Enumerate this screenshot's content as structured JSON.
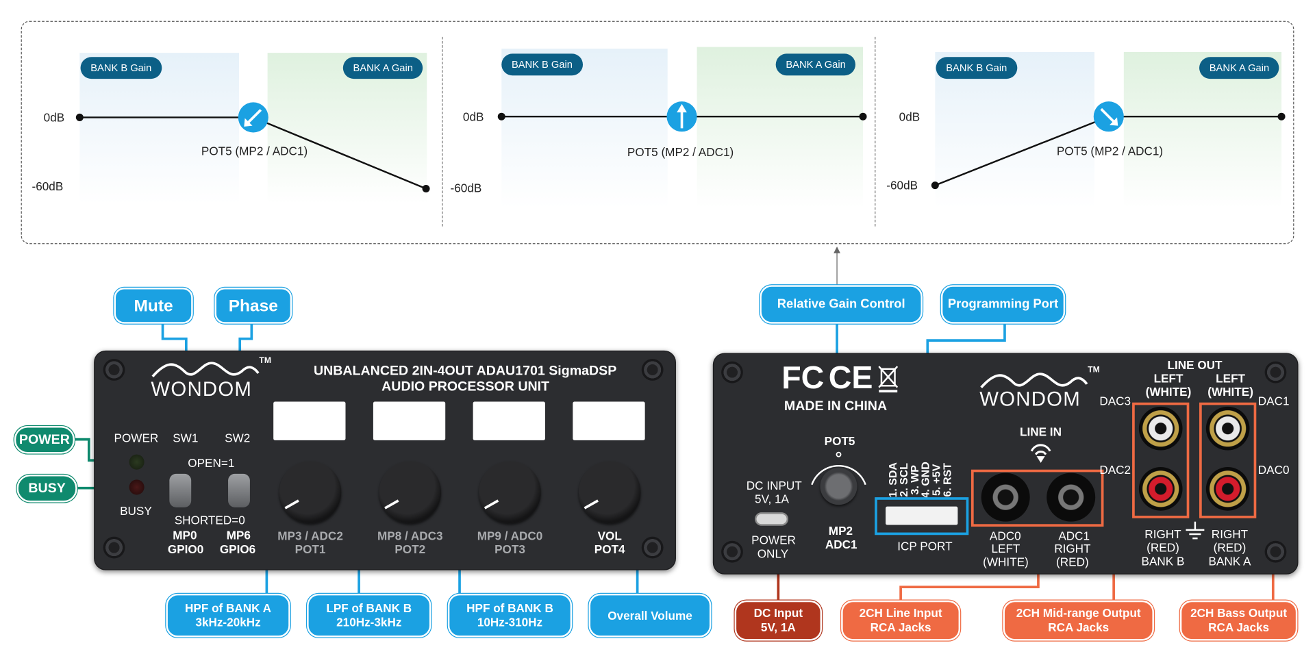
{
  "gain_diagram": {
    "panels": [
      {
        "bank_b": "BANK B Gain",
        "bank_a": "BANK A Gain",
        "zero": "0dB",
        "minus": "-60dB",
        "pot": "POT5 (MP2 / ADC1)"
      },
      {
        "bank_b": "BANK B Gain",
        "bank_a": "BANK A Gain",
        "zero": "0dB",
        "minus": "-60dB",
        "pot": "POT5 (MP2 / ADC1)"
      },
      {
        "bank_b": "BANK B Gain",
        "bank_a": "BANK A Gain",
        "zero": "0dB",
        "minus": "-60dB",
        "pot": "POT5 (MP2 / ADC1)"
      }
    ]
  },
  "callouts": {
    "mute": "Mute",
    "phase": "Phase",
    "power": "POWER",
    "busy": "BUSY",
    "hpf_a": "HPF of  BANK A\n3kHz-20kHz",
    "lpf_b": "LPF of  BANK B\n210Hz-3kHz",
    "hpf_b": "HPF of  BANK B\n10Hz-310Hz",
    "volume": "Overall Volume",
    "relative_gain": "Relative Gain Control",
    "programming_port": "Programming Port",
    "dc_input": "DC Input\n5V, 1A",
    "line_input": "2CH Line Input\nRCA Jacks",
    "midrange": "2CH Mid-range Output\nRCA Jacks",
    "bass": "2CH Bass Output\nRCA Jacks"
  },
  "front_panel": {
    "brand": "WONDOM",
    "tm": "TM",
    "title1": "UNBALANCED 2IN-4OUT ADAU1701 SigmaDSP",
    "title2": "AUDIO PROCESSOR UNIT",
    "power": "POWER",
    "busy": "BUSY",
    "sw1": "SW1",
    "sw2": "SW2",
    "open": "OPEN=1",
    "shorted": "SHORTED=0",
    "mp0": "MP0",
    "gpio0": "GPIO0",
    "mp6": "MP6",
    "gpio6": "GPIO6",
    "knobs": [
      {
        "line1": "MP3 / ADC2",
        "line2": "POT1"
      },
      {
        "line1": "MP8 / ADC3",
        "line2": "POT2"
      },
      {
        "line1": "MP9 / ADC0",
        "line2": "POT3"
      },
      {
        "line1": "VOL",
        "line2": "POT4"
      }
    ]
  },
  "rear_panel": {
    "brand": "WONDOM",
    "tm": "TM",
    "fc": "FC",
    "ce": "CE",
    "made_in": "MADE IN CHINA",
    "dc_input": "DC INPUT",
    "dc_spec": "5V, 1A",
    "power_only1": "POWER",
    "power_only2": "ONLY",
    "pot5": "POT5",
    "mp2": "MP2",
    "adc1": "ADC1",
    "icp_pins": "1. SDA\n2. SCL\n3. WP\n4. GND\n5. +5V\n6. RST",
    "icp_port": "ICP PORT",
    "line_in": "LINE IN",
    "adc0": "ADC0",
    "left_white": "LEFT\n(WHITE)",
    "adc1b": "ADC1",
    "right_red": "RIGHT\n(RED)",
    "line_out": "LINE OUT",
    "left_white_top": "LEFT\n(WHITE)",
    "left_white_top2": "LEFT\n(WHITE)",
    "dac3": "DAC3",
    "dac1": "DAC1",
    "dac2": "DAC2",
    "dac0": "DAC0",
    "right_bank_b": "RIGHT\n(RED)\nBANK B",
    "right_bank_a": "RIGHT\n(RED)\nBANK A"
  },
  "colors": {
    "blue": "#1ba1e2",
    "green": "#0f8a6e",
    "orange": "#ef6a43",
    "darkred": "#b0361e",
    "panel": "#2c2d30"
  }
}
